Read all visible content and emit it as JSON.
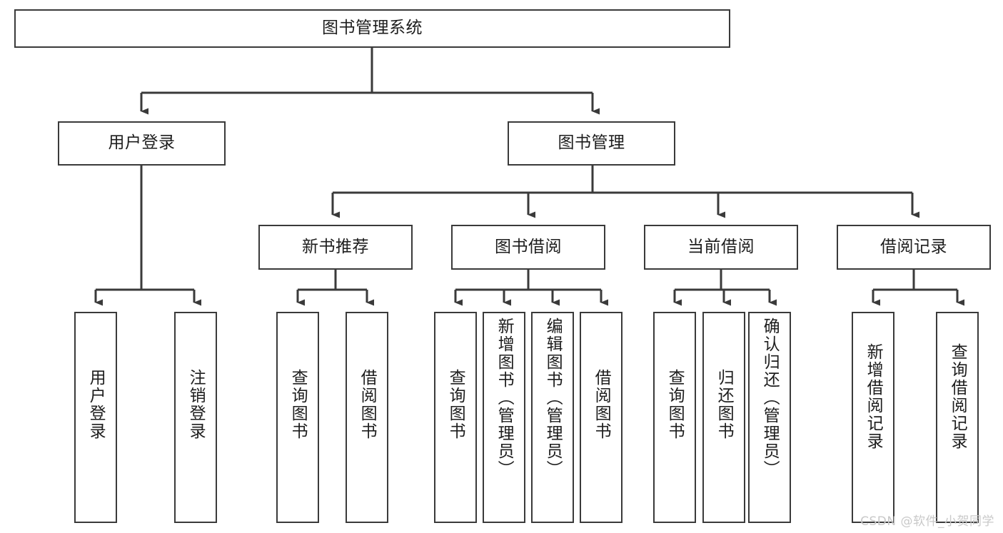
{
  "diagram": {
    "title": "图书管理系统",
    "type": "hierarchy-tree",
    "colors": {
      "box_border": "#3a3a3a",
      "box_fill": "#ffffff",
      "edge": "#3a3a3a",
      "text": "#1d1d1d",
      "watermark": "#c9c9c9"
    },
    "levels": [
      {
        "level": 1,
        "nodes": [
          {
            "id": "root",
            "label": "图书管理系统",
            "orientation": "horizontal"
          }
        ]
      },
      {
        "level": 2,
        "nodes": [
          {
            "id": "user-login",
            "label": "用户登录",
            "orientation": "horizontal"
          },
          {
            "id": "book-manage",
            "label": "图书管理",
            "orientation": "horizontal"
          }
        ]
      },
      {
        "level": 3,
        "nodes": [
          {
            "id": "new-book-recommend",
            "label": "新书推荐",
            "orientation": "horizontal"
          },
          {
            "id": "book-borrow",
            "label": "图书借阅",
            "orientation": "horizontal"
          },
          {
            "id": "current-borrow",
            "label": "当前借阅",
            "orientation": "horizontal"
          },
          {
            "id": "borrow-record",
            "label": "借阅记录",
            "orientation": "horizontal"
          }
        ]
      },
      {
        "level": 4,
        "nodes": [
          {
            "id": "leaf-user-login",
            "label": "用户登录",
            "orientation": "vertical",
            "parent": "user-login"
          },
          {
            "id": "leaf-user-logout",
            "label": "注销登录",
            "orientation": "vertical",
            "parent": "user-login"
          },
          {
            "id": "leaf-query-book-1",
            "label": "查询图书",
            "orientation": "vertical",
            "parent": "new-book-recommend"
          },
          {
            "id": "leaf-borrow-book-1",
            "label": "借阅图书",
            "orientation": "vertical",
            "parent": "new-book-recommend"
          },
          {
            "id": "leaf-query-book-2",
            "label": "查询图书",
            "orientation": "vertical",
            "parent": "book-borrow"
          },
          {
            "id": "leaf-add-book",
            "label": "新增图书（管理员）",
            "orientation": "vertical",
            "parent": "book-borrow"
          },
          {
            "id": "leaf-edit-book",
            "label": "编辑图书（管理员）",
            "orientation": "vertical",
            "parent": "book-borrow"
          },
          {
            "id": "leaf-borrow-book-2",
            "label": "借阅图书",
            "orientation": "vertical",
            "parent": "book-borrow"
          },
          {
            "id": "leaf-query-book-3",
            "label": "查询图书",
            "orientation": "vertical",
            "parent": "current-borrow"
          },
          {
            "id": "leaf-return-book",
            "label": "归还图书",
            "orientation": "vertical",
            "parent": "current-borrow"
          },
          {
            "id": "leaf-confirm-return",
            "label": "确认归还（管理员）",
            "orientation": "vertical",
            "parent": "current-borrow"
          },
          {
            "id": "leaf-add-record",
            "label": "新增借阅记录",
            "orientation": "vertical",
            "parent": "borrow-record"
          },
          {
            "id": "leaf-query-record",
            "label": "查询借阅记录",
            "orientation": "vertical",
            "parent": "borrow-record"
          }
        ]
      }
    ]
  },
  "watermark": {
    "text": "CSDN @软件_小贺同学"
  }
}
